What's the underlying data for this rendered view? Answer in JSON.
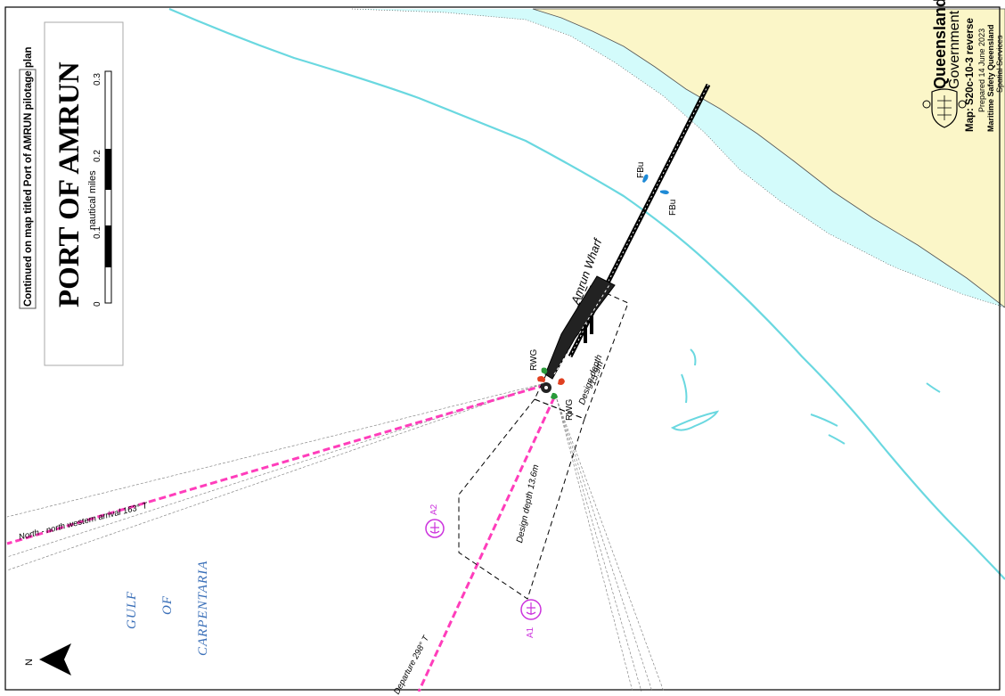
{
  "title_block": {
    "continued_note": "Continued on map titled Port of AMRUN pilotage plan",
    "port_title": "PORT OF AMRUN",
    "scale_unit": "nautical miles",
    "scale_ticks": [
      "0",
      "0.1",
      "0.2",
      "0.3"
    ]
  },
  "publisher": {
    "org_name": "Queensland",
    "org_sub": "Government",
    "map_id": "Map: S20c-10-3 reverse",
    "prepared": "Prepared 14 June 2023",
    "agency": "Maritime Safety Queensland",
    "division": "Spatial Services"
  },
  "labels": {
    "wharf": "Amrun Wharf",
    "design_depth_inner": "Design depth",
    "design_depth_inner_value": "15.9m",
    "design_depth_outer": "Design depth 13.6m",
    "nw_arrival": "North - north western arrival 163° T",
    "departure": "Departure 298° T",
    "gulf_1": "GULF",
    "gulf_2": "OF",
    "gulf_3": "CARPENTARIA",
    "anchorage_a1": "A1",
    "anchorage_a2": "A2",
    "buoy_fbu_1": "FBu",
    "buoy_fbu_2": "FBu",
    "buoy_rwg_1": "RWG",
    "buoy_rwg_2": "RWG",
    "north": "N"
  },
  "colors": {
    "land": "#fbf6c8",
    "shallow_water": "#d3fbfb",
    "reef_line": "#6ad8e0",
    "track": "#ff3dbb",
    "anchorage": "#cc33dd",
    "gulf_text": "#3a6fb8",
    "buoy_blue": "#1e8ad6",
    "buoy_red": "#e04020",
    "buoy_green": "#2a9a3a"
  },
  "icons": [
    "north-arrow-icon",
    "queensland-crest-icon",
    "buoy-icon",
    "anchor-icon"
  ]
}
